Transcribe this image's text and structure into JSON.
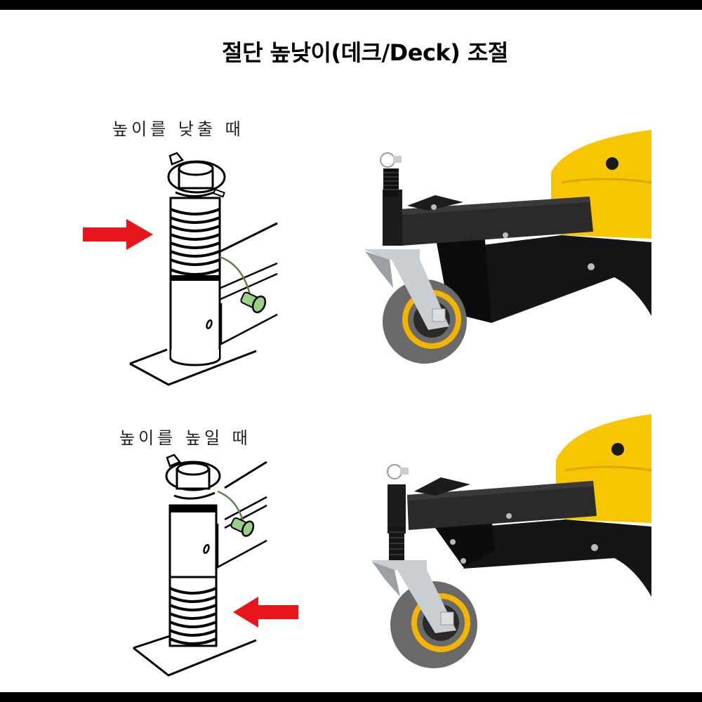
{
  "page": {
    "title": "절단 높낮이(데크/Deck) 조절",
    "colors": {
      "background": "#ffffff",
      "frame_bar": "#000000",
      "arrow": "#e8161b",
      "pin_green": "#9ccf8a",
      "deck_yellow": "#f7c600",
      "frame_black": "#1c1c1c",
      "caster_silver": "#c9ced3",
      "tire_gray": "#6a6a6a"
    }
  },
  "sections": [
    {
      "caption": "높이를 낮출 때",
      "diagram": {
        "icon": "jack-stand-diagram-lowered",
        "arrow_direction": "right"
      },
      "photo": {
        "icon": "mower-deck-caster-photo-lowered"
      }
    },
    {
      "caption": "높이를 높일 때",
      "diagram": {
        "icon": "jack-stand-diagram-raised",
        "arrow_direction": "left"
      },
      "photo": {
        "icon": "mower-deck-caster-photo-raised"
      }
    }
  ]
}
